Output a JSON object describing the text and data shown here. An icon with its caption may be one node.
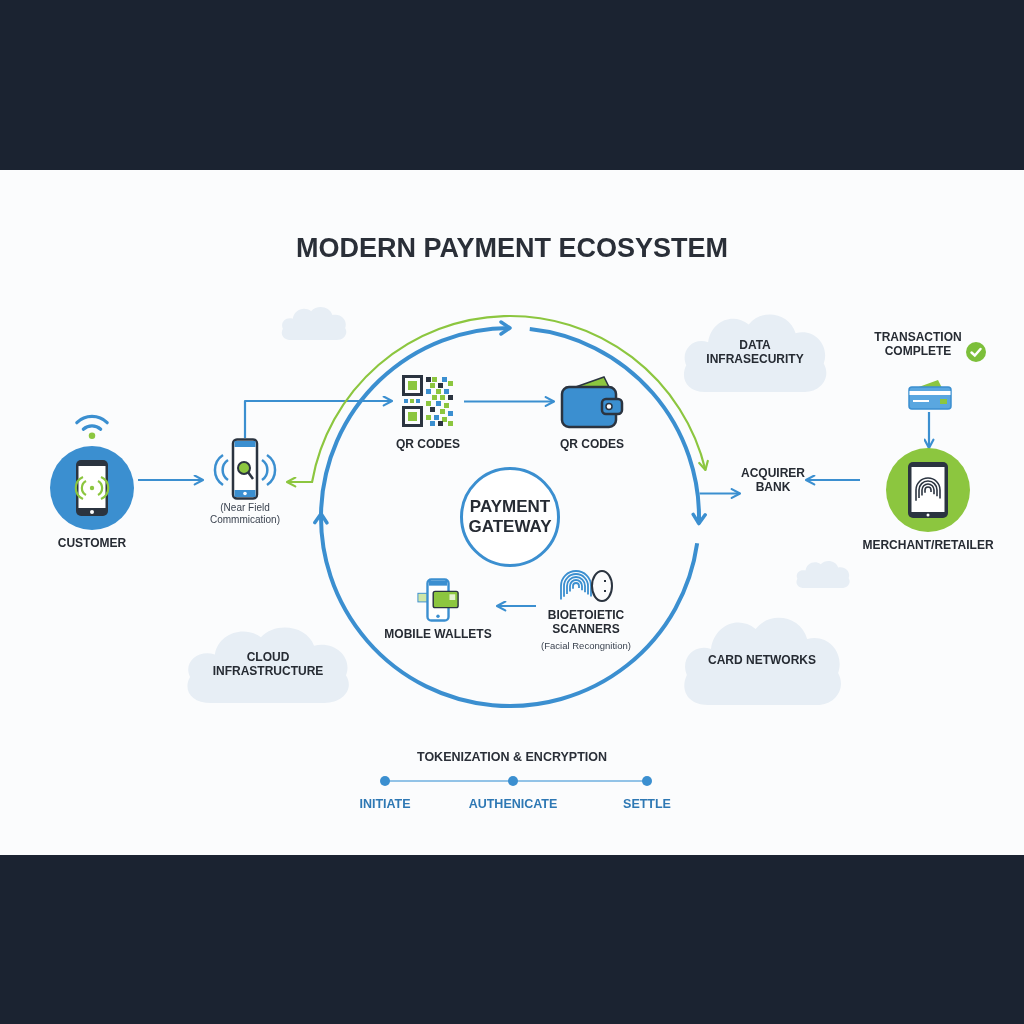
{
  "diagram": {
    "title": "MODERN PAYMENT ECOSYSTEM",
    "nodes": [
      {
        "text": [
          "CUSTOMER"
        ]
      },
      {
        "text": [
          "(Near Field Commmication)"
        ]
      },
      {
        "text": [],
        "shape": "circle"
      },
      {
        "text": [
          "QR CODES"
        ],
        "in": 2
      },
      {
        "text": [
          "QR CODES"
        ],
        "in": 2
      },
      {
        "text": [
          "PAYMENT GATEWAY"
        ],
        "in": 2
      },
      {
        "text": [
          "MOBILE WALLETS"
        ],
        "in": 2
      },
      {
        "text": [
          "BIOETOIETIC SCANNERS",
          "(Facial Recongnition)"
        ],
        "in": 2
      },
      {
        "text": [
          "DATA INFRASECURITY"
        ]
      },
      {
        "text": [
          "TRANSACTION COMPLETE"
        ]
      },
      {
        "text": [
          "ACQUIRER BANK"
        ]
      },
      {
        "text": [
          "MERCHANT/RETAILER"
        ]
      },
      {
        "text": [
          "CLOUD INFRASTRUCTURE"
        ]
      },
      {
        "text": [
          "CARD NETWORKS"
        ]
      },
      {
        "text": [],
        "shape": "cloud"
      },
      {
        "text": [],
        "shape": "cloud"
      }
    ],
    "edges": [
      {
        "from": 0,
        "to": 1,
        "arrow": "to"
      },
      {
        "from": 1,
        "to": 3,
        "arrow": "to"
      },
      {
        "from": 3,
        "to": 4,
        "arrow": "to"
      },
      {
        "from": 7,
        "to": 6,
        "arrow": "to"
      },
      {
        "from": 2,
        "to": 1,
        "arrow": "both",
        "color": "#8cc63f"
      },
      {
        "from": 2,
        "to": 10,
        "arrow": "to"
      },
      {
        "from": 11,
        "to": 10,
        "arrow": "to"
      },
      {
        "from": 9,
        "to": 11,
        "arrow": "to"
      }
    ],
    "labels": [
      "TOKENIZATION & ENCRYPTION",
      "INITIATE",
      "AUTHENICATE",
      "SETTLE"
    ]
  }
}
